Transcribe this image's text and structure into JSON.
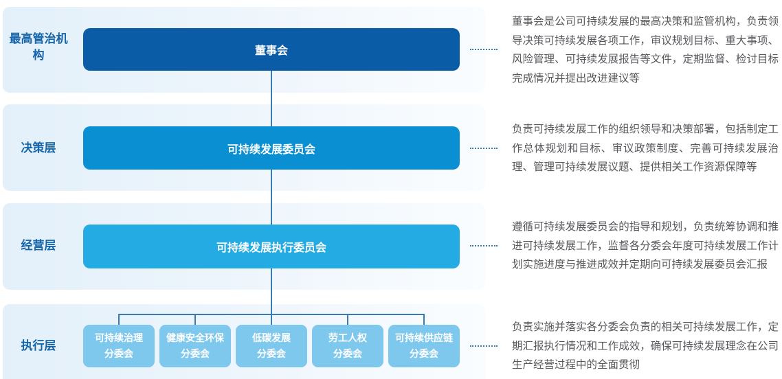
{
  "palette": {
    "box_level1": "#0A5CA6",
    "box_level2": "#098FD2",
    "box_level3": "#25ABE3",
    "box_sub": "#7FC8ED",
    "box_text": "#FFFFFF",
    "label_text": "#1665A9",
    "description_text": "#57585C",
    "connector": "#3B7AAF",
    "leader_dots": "#3B7AAF",
    "band_start": "#E3F0FA",
    "band_end": "#FAFDFF"
  },
  "levels": [
    {
      "label": "最高管治机构",
      "box": {
        "title": "董事会"
      },
      "description": "董事会是公司可持续发展的最高决策和监管机构，负责领导决策可持续发展各项工作，审议规划目标、重大事项、风险管理、可持续发展报告等文件，定期监督、检讨目标完成情况并提出改进建议等"
    },
    {
      "label": "决策层",
      "box": {
        "title": "可持续发展委员会"
      },
      "description": "负责可持续发展工作的组织领导和决策部署，包括制定工作总体规划和目标、审议政策制度、完善可持续发展治理、管理可持续发展议题、提供相关工作资源保障等"
    },
    {
      "label": "经营层",
      "box": {
        "title": "可持续发展执行委员会"
      },
      "description": "遵循可持续发展委员会的指导和规划，负责统筹协调和推进可持续发展工作，监督各分委会年度可持续发展工作计划实施进度与推进成效并定期向可持续发展委员会汇报"
    },
    {
      "label": "执行层",
      "sub_committees": [
        {
          "line1": "可持续治理",
          "line2": "分委会"
        },
        {
          "line1": "健康安全环保",
          "line2": "分委会"
        },
        {
          "line1": "低碳发展",
          "line2": "分委会"
        },
        {
          "line1": "劳工人权",
          "line2": "分委会"
        },
        {
          "line1": "可持续供应链",
          "line2": "分委会"
        }
      ],
      "description": "负责实施并落实各分委会负责的相关可持续发展工作，定期汇报执行情况和工作成效，确保可持续发展理念在公司生产经营过程中的全面贯彻"
    }
  ]
}
